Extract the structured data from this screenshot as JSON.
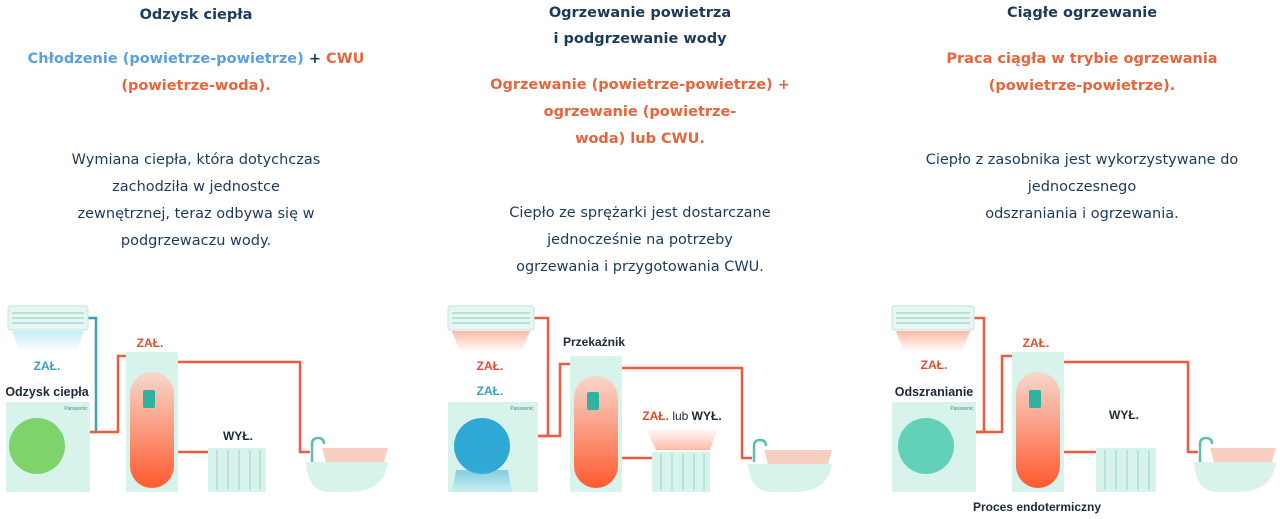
{
  "colors": {
    "navy": "#1b3a5c",
    "blue_text": "#5a9fe0",
    "orange_text": "#e8643a",
    "pipe_red": "#f05a3c",
    "pipe_teal": "#3aa0c0",
    "unit_mint": "#d7f3ec",
    "fan_green": "#7ed36a",
    "fan_blue": "#2fa8d6",
    "fan_teal": "#63d0b8",
    "on_label": "#e84a2c",
    "on_label_blue": "#3aa0c0"
  },
  "panels": [
    {
      "title": "Odzysk ciepła",
      "mode_part1": "Chłodzenie (powietrze-powietrze)",
      "mode_join": " + ",
      "mode_part2": "CWU",
      "mode_line2": "(powietrze-woda).",
      "desc_lines": [
        "Wymiana ciepła, która dotychczas",
        "zachodziła w jednostce",
        "zewnętrznej, teraz odbywa się w",
        "podgrzewaczu wody."
      ],
      "labels": {
        "indoor_state": "ZAŁ.",
        "outdoor_caption": "Odzysk ciepła",
        "tank_state": "ZAŁ.",
        "radiator_state": "WYŁ.",
        "brand": "Panasonic"
      }
    },
    {
      "title_line1": "Ogrzewanie powietrza",
      "title_line2": "i podgrzewanie wody",
      "mode_lines": [
        "Ogrzewanie (powietrze-powietrze) +",
        "ogrzewanie (powietrze-",
        "woda) lub CWU."
      ],
      "desc_lines": [
        "Ciepło ze sprężarki jest dostarczane",
        "jednocześnie na potrzeby",
        "ogrzewania i przygotowania CWU."
      ],
      "labels": {
        "indoor_state": "ZAŁ.",
        "outdoor_state": "ZAŁ.",
        "relay": "Przekaźnik",
        "radiator_on": "ZAŁ.",
        "radiator_join": " lub ",
        "radiator_off": "WYŁ.",
        "brand": "Panasonic"
      }
    },
    {
      "title": "Ciągłe ogrzewanie",
      "mode_lines": [
        "Praca ciągła w trybie ogrzewania",
        "(powietrze-powietrze)."
      ],
      "desc_lines": [
        "Ciepło z zasobnika jest wykorzystywane do",
        "jednoczesnego",
        "odszraniania i ogrzewania."
      ],
      "labels": {
        "indoor_state": "ZAŁ.",
        "outdoor_caption": "Odszranianie",
        "tank_state": "ZAŁ.",
        "radiator_state": "WYŁ.",
        "footer": "Proces endotermiczny",
        "brand": "Panasonic"
      }
    }
  ]
}
